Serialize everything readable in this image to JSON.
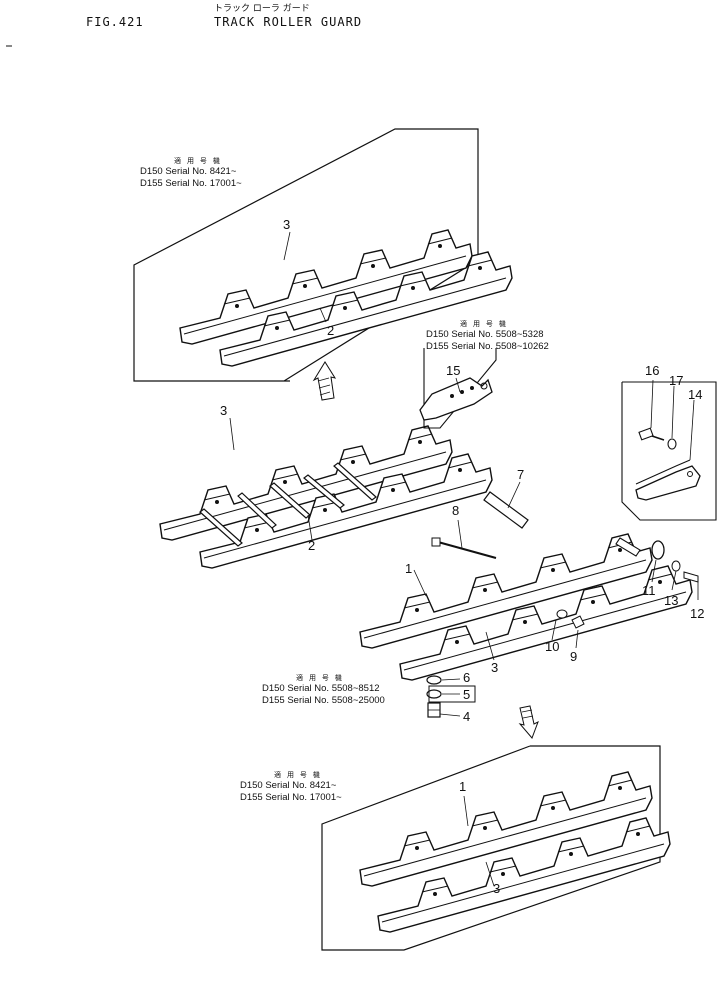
{
  "header": {
    "fig_number": "FIG.421",
    "title_jp": "トラック ローラ ガード",
    "title_en": "TRACK ROLLER GUARD"
  },
  "notes": [
    {
      "heading": "適 用 号 機",
      "lines": [
        "D150  Serial No. 8421~",
        "D155  Serial No. 17001~"
      ]
    },
    {
      "heading": "適 用 号 機",
      "lines": [
        "D150  Serial No. 5508~5328",
        "D155  Serial No. 5508~10262"
      ]
    },
    {
      "heading": "適 用 号 機",
      "lines": [
        "D150  Serial No. 5508~8512",
        "D155  Serial No. 5508~25000"
      ]
    },
    {
      "heading": "適 用 号 機",
      "lines": [
        "D150  Serial No. 8421~",
        "D155  Serial No. 17001~"
      ]
    }
  ],
  "callouts": {
    "c1a": "3",
    "c1b": "2",
    "c2a": "3",
    "c2b": "2",
    "c2c": "15",
    "c3a": "16",
    "c3b": "17",
    "c3c": "14",
    "c4a": "7",
    "c4b": "8",
    "c4c": "1",
    "c4d": "3",
    "c4e": "10",
    "c4f": "9",
    "c4g": "11",
    "c4h": "13",
    "c4i": "12",
    "c5a": "6",
    "c5b": "5",
    "c5c": "4",
    "c6a": "1",
    "c6b": "3"
  }
}
